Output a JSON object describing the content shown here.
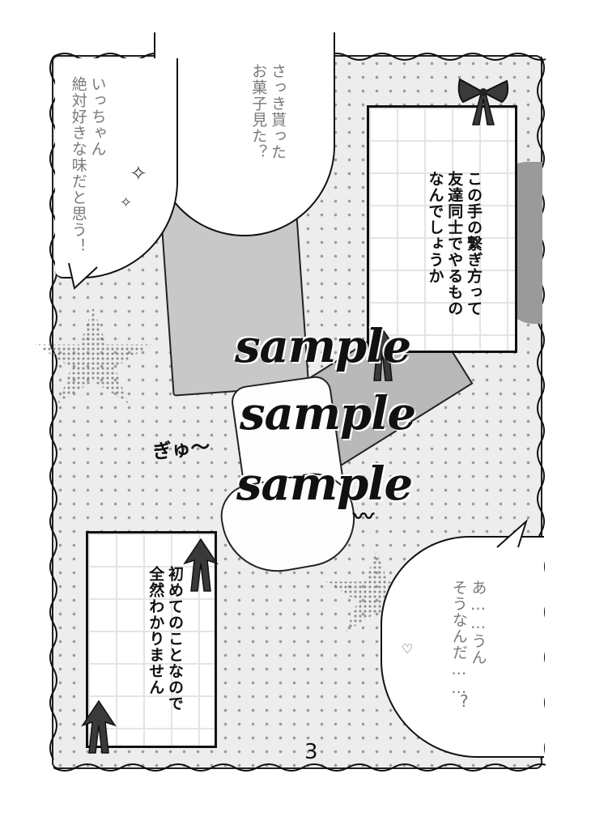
{
  "page": {
    "page_number": "3",
    "watermark": [
      "sample",
      "sample",
      "sample"
    ],
    "background_pattern": "heart-dots",
    "colors": {
      "background": "#ededed",
      "dot": "#9a9a9a",
      "ink": "#111111",
      "sleeve": "#c8c8c8",
      "speech_text": "#7a7a7a",
      "narration_text": "#111111"
    }
  },
  "bubbles": {
    "left_bubble": {
      "lines": [
        "いっちゃん",
        "絶対好きな味だと思う！"
      ]
    },
    "top_bubble": {
      "lines": [
        "さっき貰った",
        "お菓子見た？"
      ]
    },
    "bottom_right_bubble": {
      "lines": [
        "あ……うん",
        "そうなんだ……"
      ]
    }
  },
  "narration": {
    "top_right_box": {
      "lines": [
        "この手の繋ぎ方って",
        "友達同士でやるもの",
        "なんでしょうか"
      ]
    },
    "bottom_left_box": {
      "lines": [
        "初めてのことなので",
        "全然わかりません"
      ]
    }
  },
  "sfx": {
    "squeeze": "ぎゅ～"
  }
}
